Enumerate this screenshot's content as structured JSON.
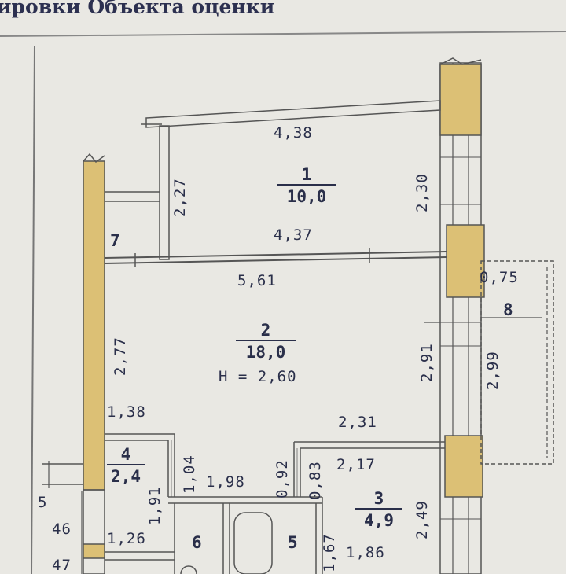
{
  "header": {
    "title": "ировки Объекта оценки"
  },
  "rooms": {
    "r1": {
      "number": "1",
      "area": "10,0"
    },
    "r2": {
      "number": "2",
      "area": "18,0",
      "height": "Н = 2,60"
    },
    "r3": {
      "number": "3",
      "area": "4,9"
    },
    "r4": {
      "number": "4",
      "area": "2,4"
    },
    "r5": {
      "number": "5"
    },
    "r6": {
      "number": "6"
    },
    "r7": {
      "number": "7"
    },
    "r8": {
      "number": "8"
    }
  },
  "dims": {
    "d438": "4,38",
    "d227": "2,27",
    "d230": "2,30",
    "d437": "4,37",
    "d561": "5,61",
    "d075": "0,75",
    "d277": "2,77",
    "d291": "2,91",
    "d299": "2,99",
    "d138": "1,38",
    "d231": "2,31",
    "d104": "1,04",
    "d092": "0,92",
    "d083": "0,83",
    "d217": "2,17",
    "d191": "1,91",
    "d198": "1,98",
    "d249": "2,49",
    "d167": "1,67",
    "d126": "1,26",
    "d186": "1,86",
    "d46": "46",
    "d47": "47",
    "d5": "5"
  },
  "colors": {
    "wall_fill": "#dcc075",
    "paper": "#e9e8e3",
    "ink": "#2a2f4a"
  }
}
